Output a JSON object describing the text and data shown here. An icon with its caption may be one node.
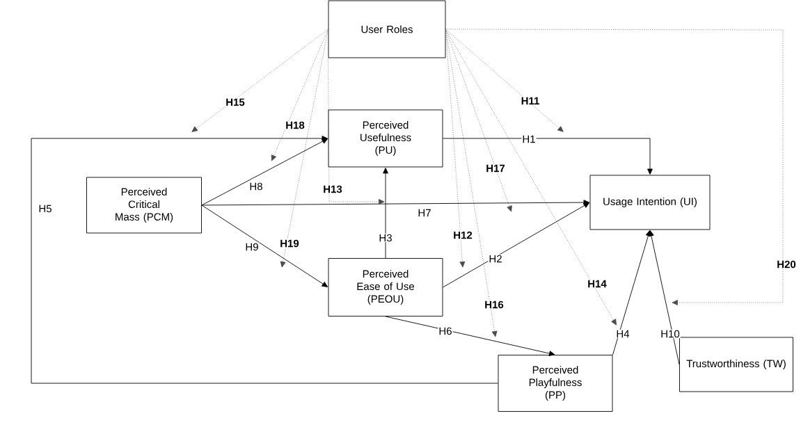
{
  "diagram": {
    "nodes": [
      {
        "text": [
          "User Roles"
        ]
      },
      {
        "text": [
          "Perceived Usefulness (PU)"
        ]
      },
      {
        "text": [
          "Perceived Critical Mass (PCM)"
        ]
      },
      {
        "text": [
          "Usage Intention (UI)"
        ]
      },
      {
        "text": [
          "Perceived Ease of Use (PEOU)"
        ]
      },
      {
        "text": [
          "Perceived Playfulness (PP)"
        ]
      },
      {
        "text": [
          "Trustworthiness (TW)"
        ]
      }
    ],
    "edges": [
      {
        "from": 1,
        "to": 3,
        "arrow": "to",
        "label": "H1"
      },
      {
        "from": 4,
        "to": 3,
        "arrow": "to",
        "label": "H2"
      },
      {
        "from": 4,
        "to": 1,
        "arrow": "to",
        "label": "H3"
      },
      {
        "from": 5,
        "to": 3,
        "arrow": "to",
        "label": "H4"
      },
      {
        "from": 5,
        "to": 1,
        "arrow": "to",
        "label": "H5"
      },
      {
        "from": 4,
        "to": 5,
        "arrow": "to",
        "label": "H6"
      },
      {
        "from": 2,
        "to": 3,
        "arrow": "to",
        "label": "H7"
      },
      {
        "from": 2,
        "to": 1,
        "arrow": "to",
        "label": "H8"
      },
      {
        "from": 2,
        "to": 4,
        "arrow": "to",
        "label": "H9"
      },
      {
        "from": 6,
        "to": 3,
        "arrow": "to",
        "label": "H10"
      },
      {
        "from": 0,
        "to": null,
        "arrow": "to",
        "label": "H11",
        "style": "dashed"
      },
      {
        "from": 0,
        "to": null,
        "arrow": "to",
        "label": "H12",
        "style": "dashed"
      },
      {
        "from": 0,
        "to": null,
        "arrow": "to",
        "label": "H13",
        "style": "dashed"
      },
      {
        "from": 0,
        "to": null,
        "arrow": "to",
        "label": "H14",
        "style": "dashed"
      },
      {
        "from": 0,
        "to": null,
        "arrow": "to",
        "label": "H15",
        "style": "dashed"
      },
      {
        "from": 0,
        "to": null,
        "arrow": "to",
        "label": "H16",
        "style": "dashed"
      },
      {
        "from": 0,
        "to": null,
        "arrow": "to",
        "label": "H17",
        "style": "dashed"
      },
      {
        "from": 0,
        "to": null,
        "arrow": "to",
        "label": "H18",
        "style": "dashed"
      },
      {
        "from": 0,
        "to": null,
        "arrow": "to",
        "label": "H19",
        "style": "dashed"
      },
      {
        "from": 0,
        "to": null,
        "arrow": "to",
        "label": "H20",
        "style": "dashed"
      }
    ]
  }
}
